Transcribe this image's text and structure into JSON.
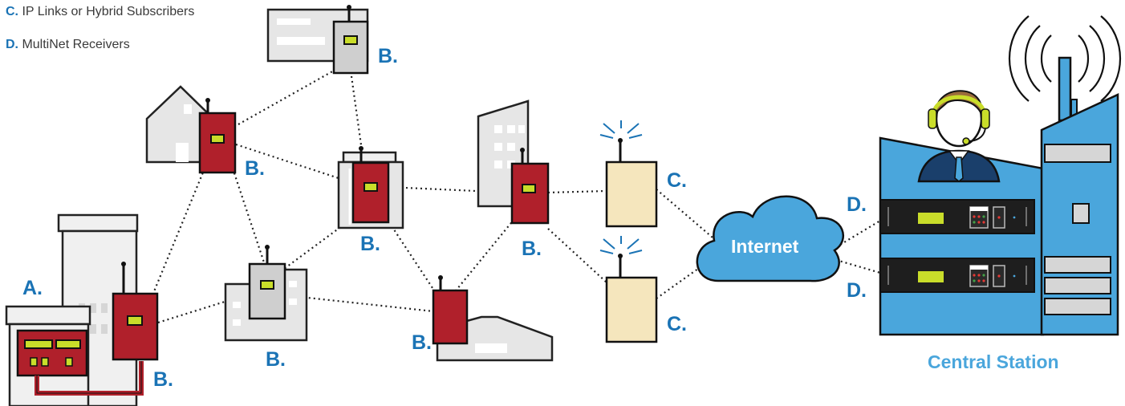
{
  "legend": [
    {
      "key": "C.",
      "text": "IP Links or Hybrid Subscribers"
    },
    {
      "key": "D.",
      "text": "MultiNet Receivers"
    }
  ],
  "labels": {
    "a": "A.",
    "b": "B.",
    "c": "C.",
    "d": "D."
  },
  "cloud_label": "Internet",
  "station_label": "Central Station",
  "colors": {
    "accent_blue": "#1a73b5",
    "station_blue": "#4aa6dc",
    "transceiver_red": "#b0202b",
    "building_gray": "#e6e6e6",
    "receiver_yellow": "#f5e6bd",
    "status_green": "#c9dd2a"
  },
  "icons": [
    "house-icon",
    "building-icon",
    "transceiver-icon",
    "ip-link-icon",
    "cloud-icon",
    "operator-icon",
    "radio-tower-icon",
    "receiver-rack-icon"
  ]
}
